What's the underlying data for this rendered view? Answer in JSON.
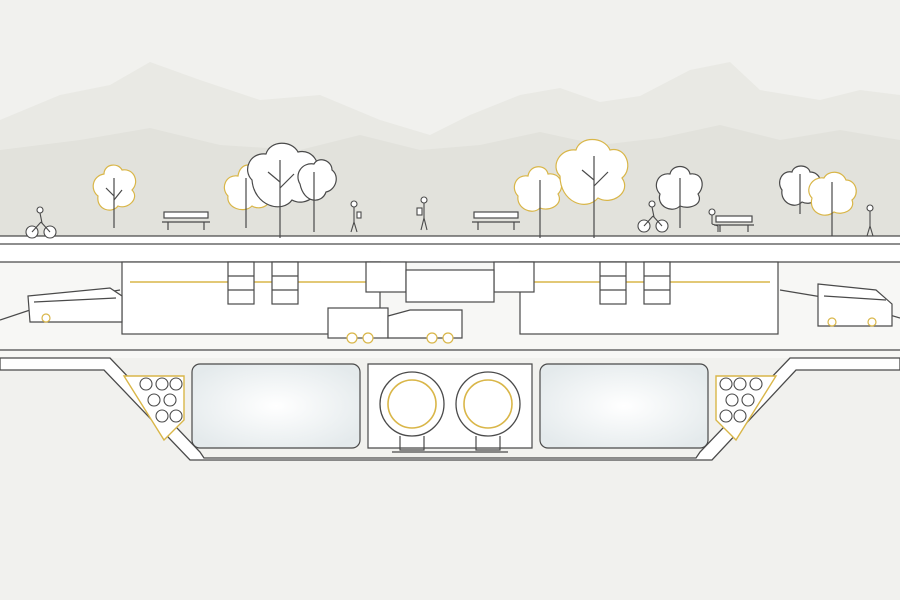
{
  "colors": {
    "background": "#f1f1ee",
    "mountains_far": "#e6e6e1",
    "mountains_near": "#dcdcd6",
    "line": "#4a4a4a",
    "structure_fill": "#ffffff",
    "accent": "#d9b648",
    "tunnel_glow": "#e9eef0"
  },
  "layers": [
    {
      "name": "surface-park",
      "contents": [
        "trees",
        "benches",
        "pedestrians",
        "cyclists"
      ]
    },
    {
      "name": "road-level",
      "contents": [
        "bus",
        "truck",
        "van",
        "buildings"
      ]
    },
    {
      "name": "underground-infrastructure",
      "contents": [
        "utility-tunnels",
        "twin-transit-tubes",
        "cable-ducts"
      ]
    }
  ],
  "icons": {
    "tree": "tree-icon",
    "bench": "bench-icon",
    "cyclist": "cyclist-icon",
    "pedestrian": "pedestrian-icon",
    "bus": "bus-icon",
    "truck": "truck-icon",
    "van": "van-icon",
    "duct": "duct-icon",
    "tube": "transit-tube-icon"
  }
}
